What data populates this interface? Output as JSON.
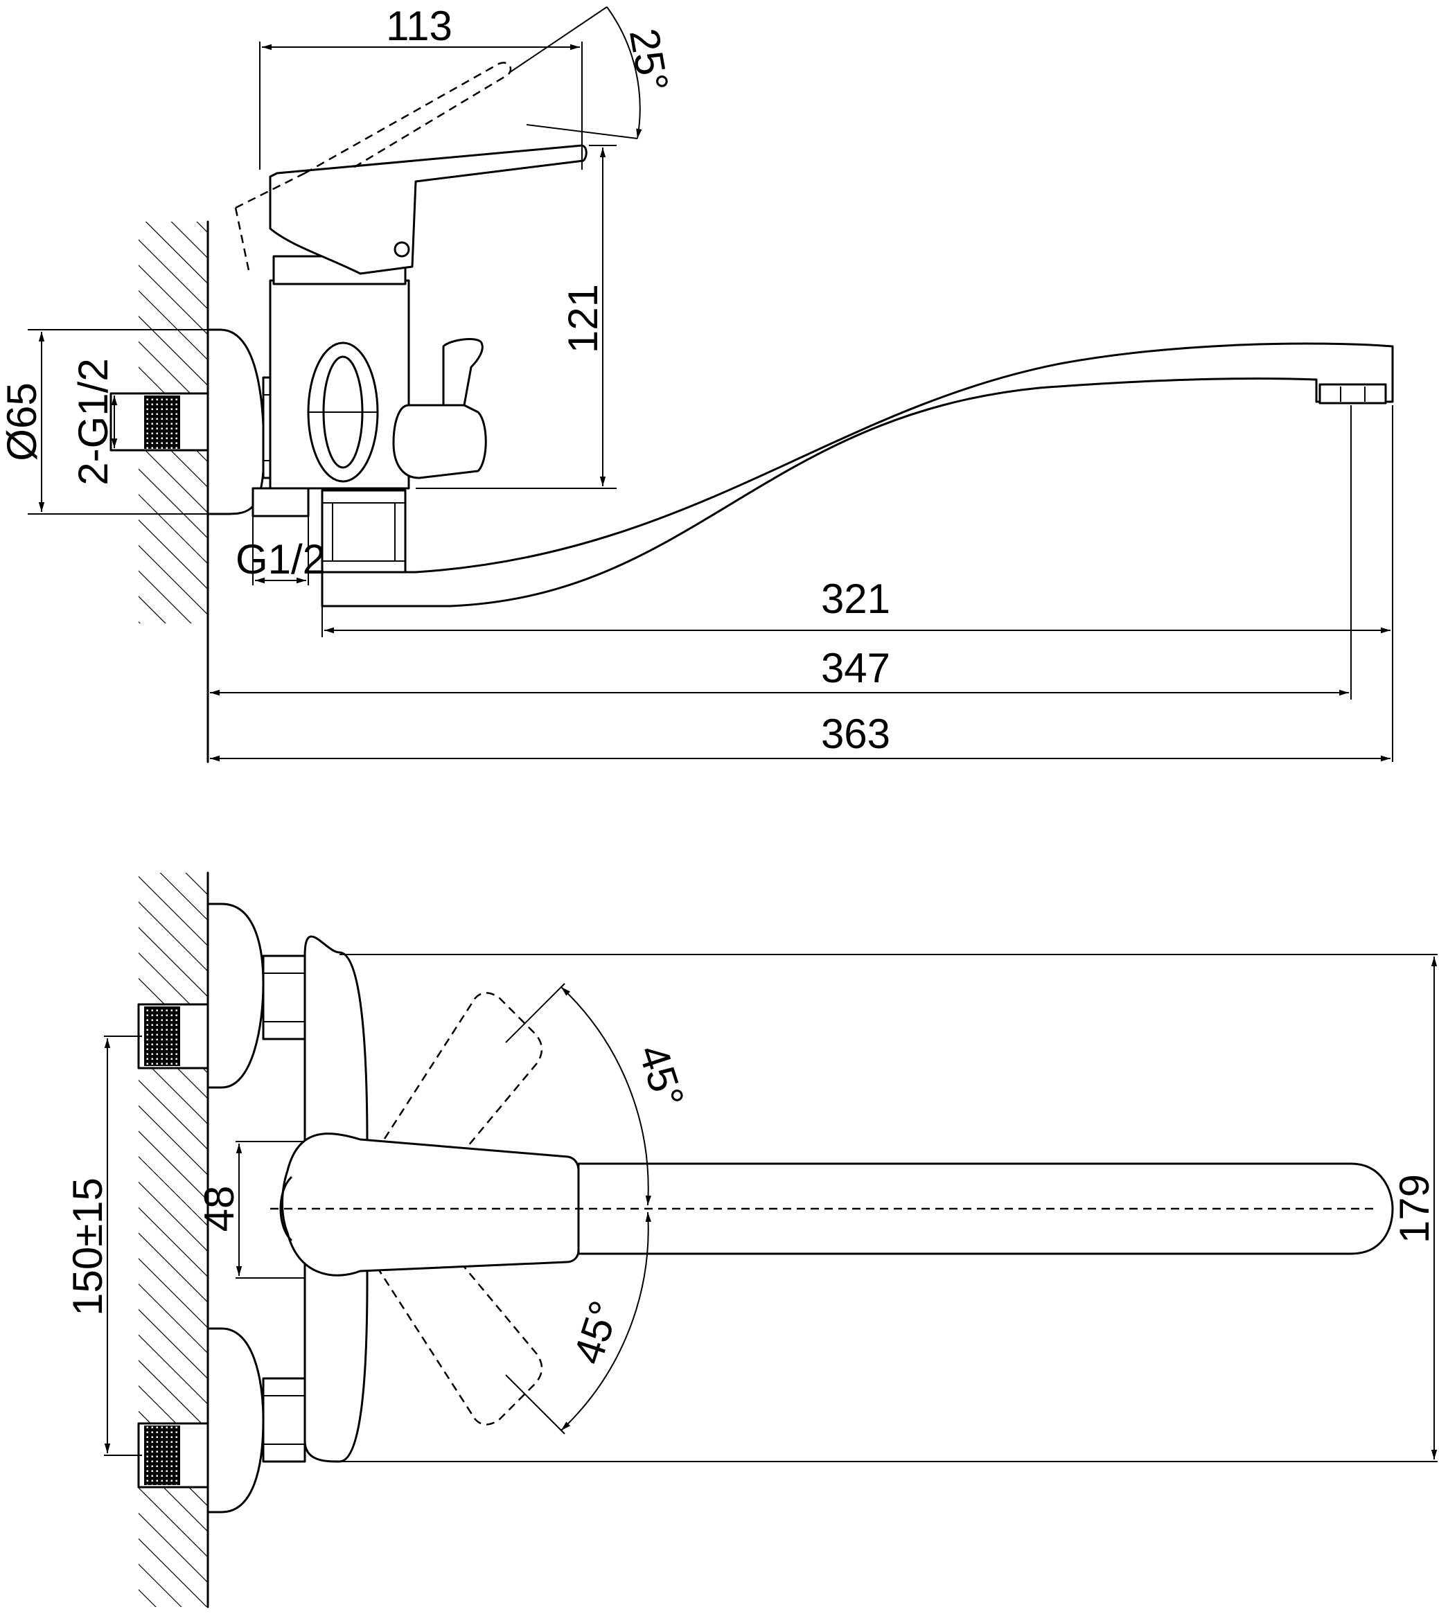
{
  "side_view": {
    "dim_handle_width": "113",
    "dim_handle_angle": "25°",
    "dim_body_height": "121",
    "dim_flange_diameter": "Ø65",
    "dim_inlet_thread": "2-G1/2",
    "dim_outlet_thread": "G1/2",
    "dim_spout_321": "321",
    "dim_spout_347": "347",
    "dim_total_363": "363"
  },
  "top_view": {
    "dim_angle_upper": "45°",
    "dim_angle_lower": "45°",
    "dim_handle_48": "48",
    "dim_spout_179": "179",
    "dim_center_spacing": "150±15"
  },
  "colors": {
    "line": "#000000",
    "background": "#ffffff"
  }
}
